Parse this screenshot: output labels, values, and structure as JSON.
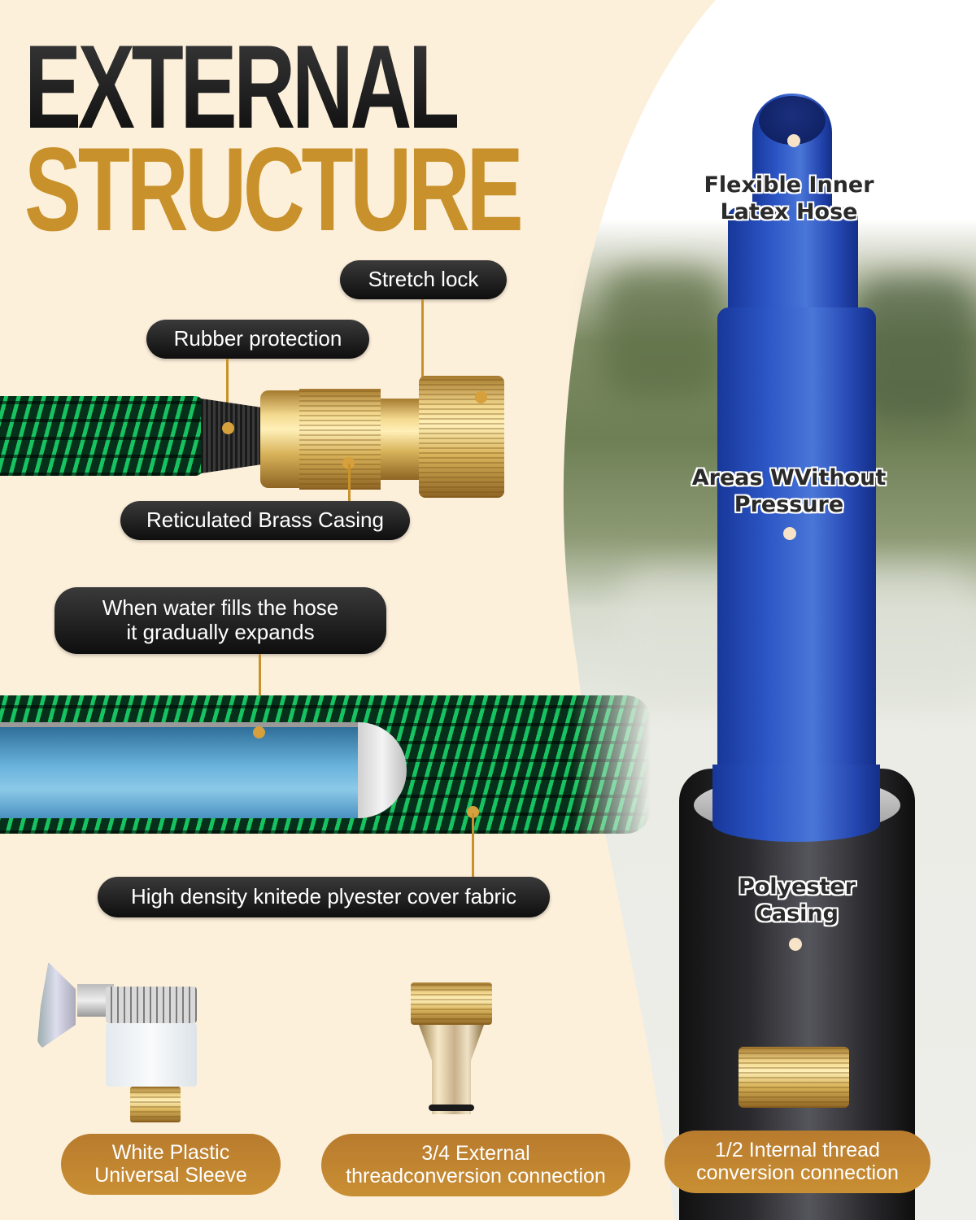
{
  "title": {
    "line1": "EXTERNAL",
    "line2": "STRUCTURE"
  },
  "colors": {
    "background": "#fdf0db",
    "title_dark": "#1a1a1a",
    "title_gold": "#c8912b",
    "pill_dark": "#1e1e1e",
    "pill_gold": "#c08530",
    "hose_green": "#11a34a",
    "inner_hose_blue": "#2b55c4",
    "casing_black": "#1a1a1a"
  },
  "connector_callouts": {
    "stretch_lock": "Stretch lock",
    "rubber_protection": "Rubber protection",
    "reticulated_brass_casing": "Reticulated Brass Casing"
  },
  "hose_callouts": {
    "expansion_line1": "When water fills the hose",
    "expansion_line2": "it gradually expands",
    "cover_fabric": "High density knitede plyester cover fabric"
  },
  "inner_structure_labels": {
    "inner_hose_line1": "Flexible Inner",
    "inner_hose_line2": "Latex Hose",
    "no_pressure_line1": "Areas WVithout",
    "no_pressure_line2": "Pressure",
    "casing_line1": "Polyester",
    "casing_line2": "Casing"
  },
  "accessories": [
    {
      "line1": "White Plastic",
      "line2": "Universal Sleeve"
    },
    {
      "line1": "3/4 External",
      "line2": "threadconversion connection"
    },
    {
      "line1": "1/2 Internal thread",
      "line2": "conversion connection"
    }
  ]
}
